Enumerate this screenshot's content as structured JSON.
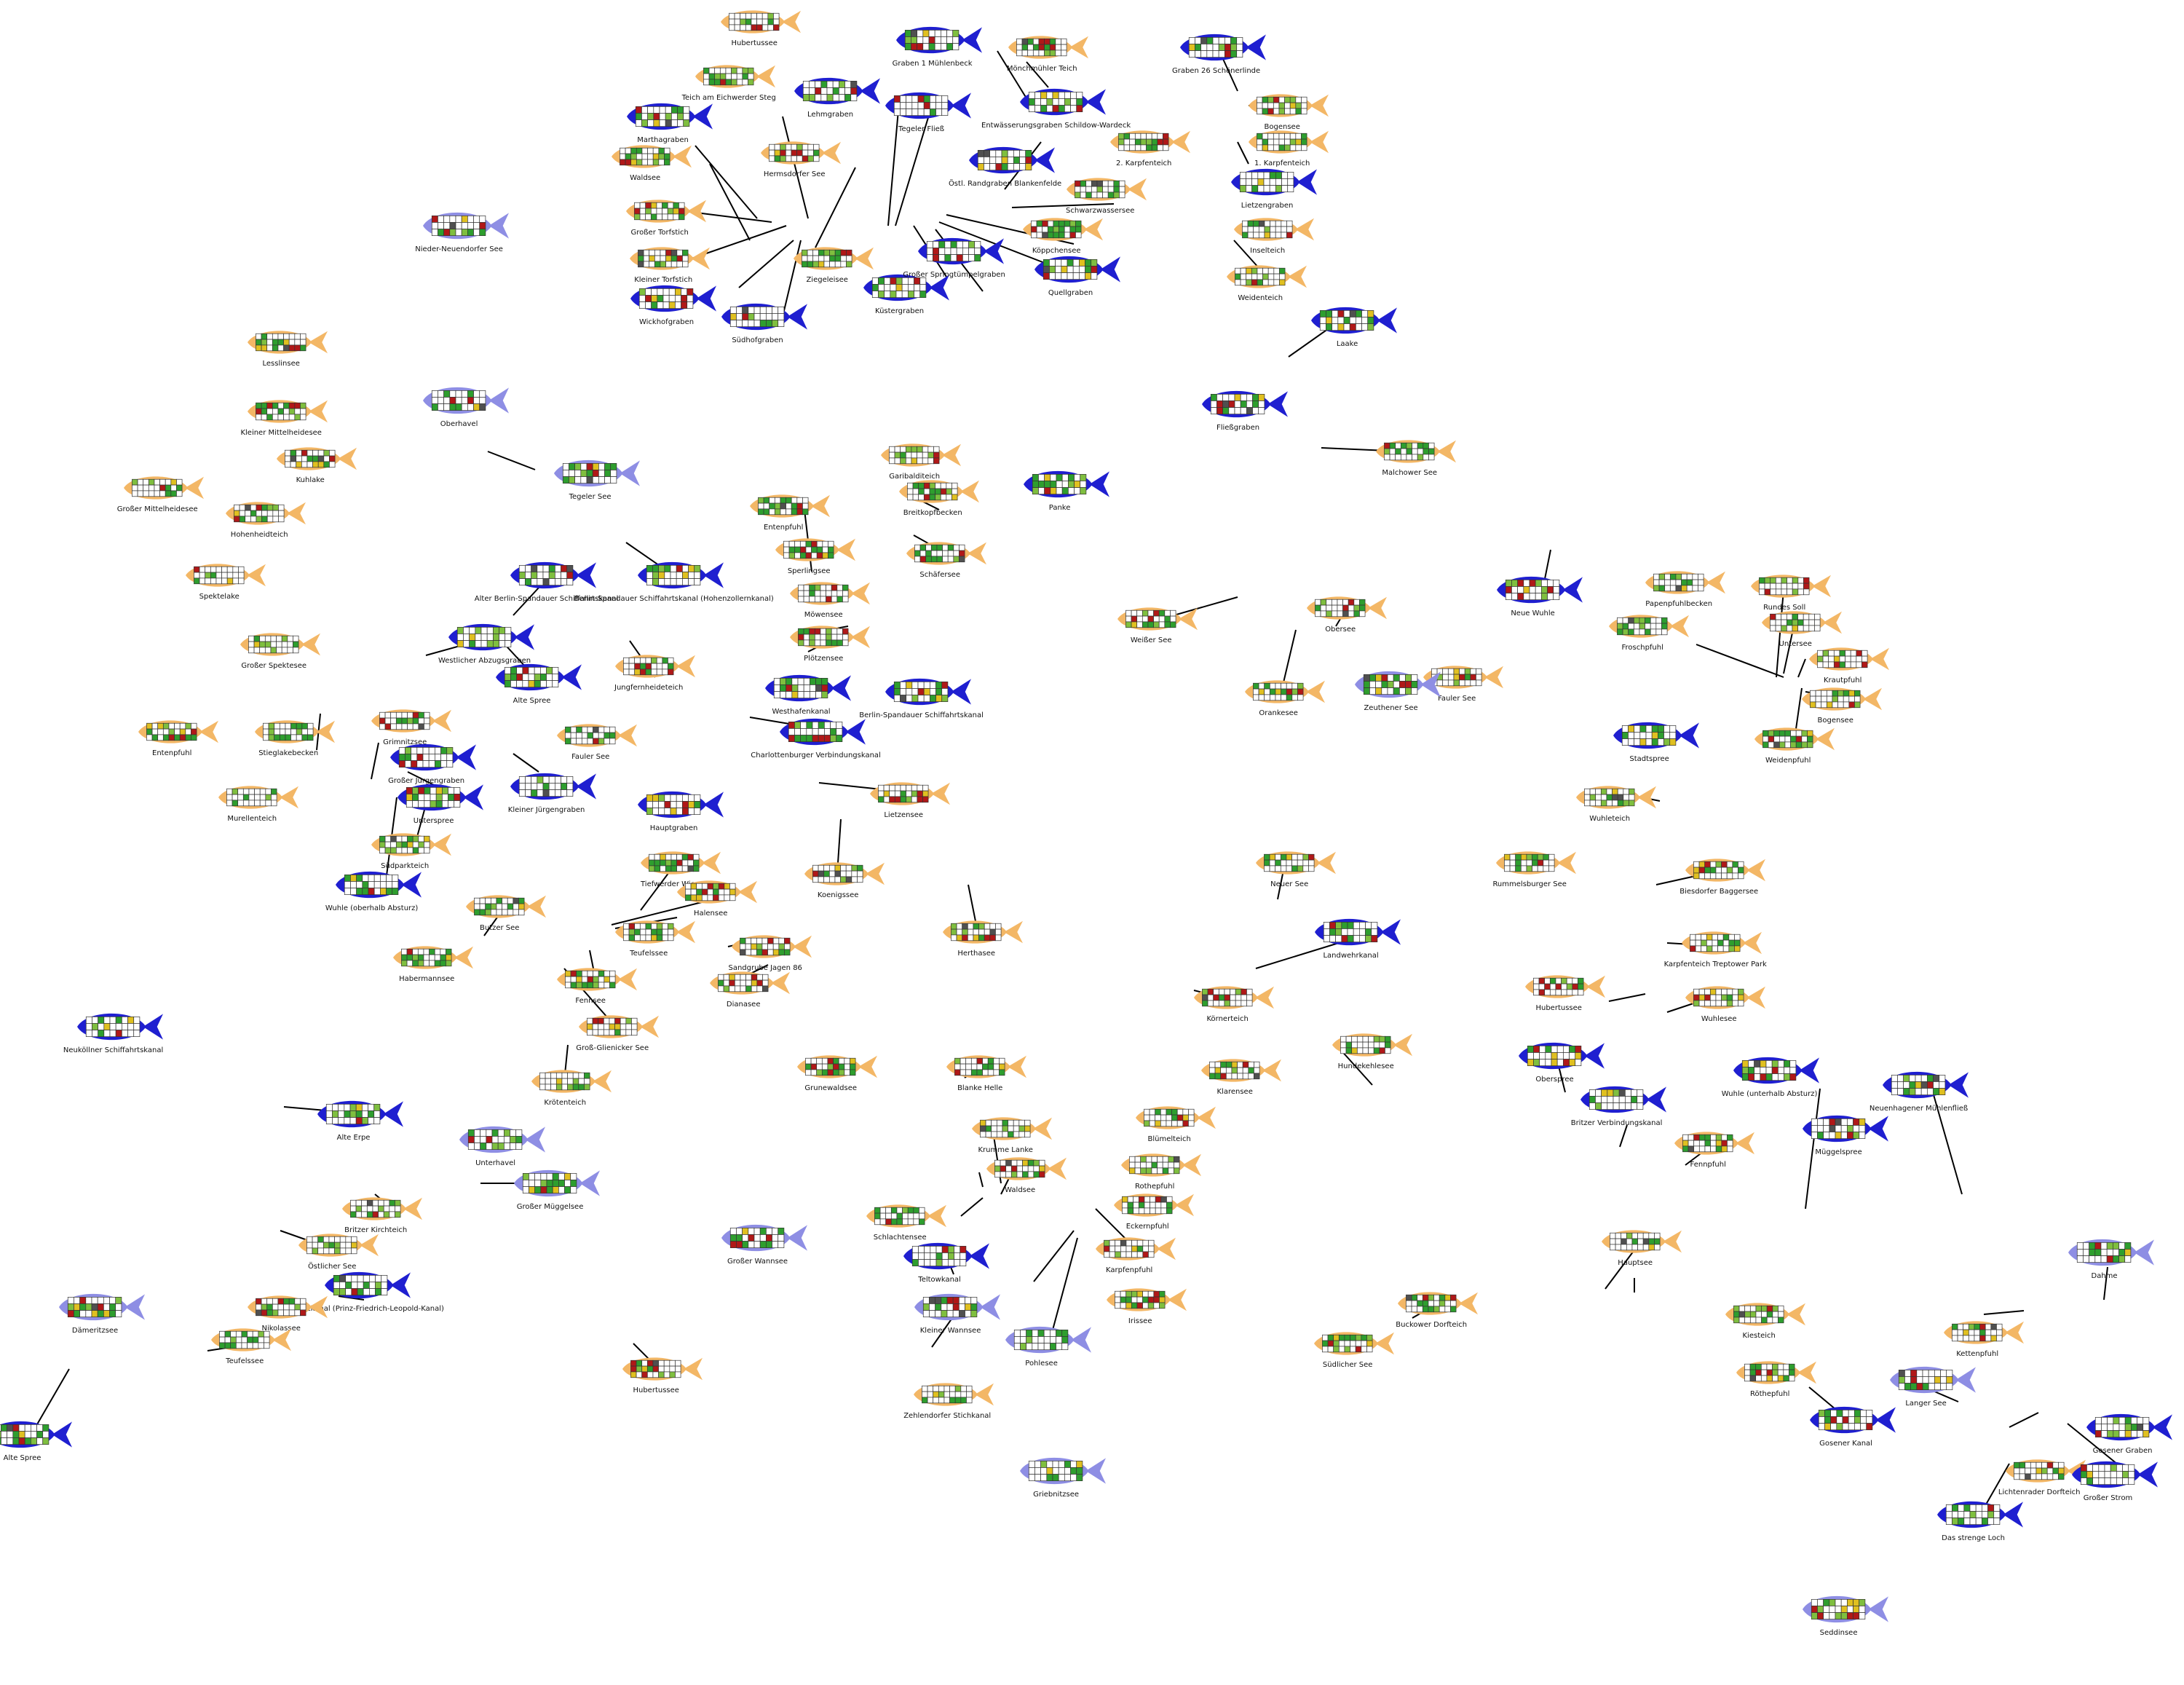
{
  "colors": {
    "lake": "#f3b766",
    "river": "#1f1fd0",
    "river_light": "#8e8ee4",
    "cell_empty": "#ffffff",
    "cell_good": "#2e9e2e",
    "cell_mid": "#7fbf3f",
    "cell_warn": "#e0c020",
    "cell_bad": "#b01818",
    "cell_dark": "#505050"
  },
  "icons": {
    "lake": "fish-lake-icon",
    "river": "fish-river-icon",
    "river_light": "fish-river-light-icon"
  },
  "waters": [
    {
      "name": "Hubertussee",
      "kind": "lake"
    },
    {
      "name": "Teich am Eichwerder Steg",
      "kind": "lake"
    },
    {
      "name": "Marthagraben",
      "kind": "river"
    },
    {
      "name": "Waldsee",
      "kind": "lake"
    },
    {
      "name": "Großer Torfstich",
      "kind": "lake"
    },
    {
      "name": "Kleiner Torfstich",
      "kind": "lake"
    },
    {
      "name": "Wickhofgraben",
      "kind": "river"
    },
    {
      "name": "Südhofgraben",
      "kind": "river"
    },
    {
      "name": "Hermsdorfer See",
      "kind": "lake"
    },
    {
      "name": "Lehmgraben",
      "kind": "river"
    },
    {
      "name": "Graben 1 Mühlenbeck",
      "kind": "river"
    },
    {
      "name": "Tegeler Fließ",
      "kind": "river"
    },
    {
      "name": "Mönchmühler Teich",
      "kind": "lake"
    },
    {
      "name": "Entwässerungsgraben Schildow-Wardeck",
      "kind": "river"
    },
    {
      "name": "Östl. Randgraben Blankenfelde",
      "kind": "river"
    },
    {
      "name": "Ziegeleisee",
      "kind": "lake"
    },
    {
      "name": "Küstergraben",
      "kind": "river"
    },
    {
      "name": "Großer Springtümpelgraben",
      "kind": "river"
    },
    {
      "name": "Köppchensee",
      "kind": "lake"
    },
    {
      "name": "Quellgraben",
      "kind": "river"
    },
    {
      "name": "Schwarzwassersee",
      "kind": "lake"
    },
    {
      "name": "Graben 26 Schönerlinde",
      "kind": "river"
    },
    {
      "name": "Bogensee",
      "kind": "lake"
    },
    {
      "name": "1. Karpfenteich",
      "kind": "lake"
    },
    {
      "name": "2. Karpfenteich",
      "kind": "lake"
    },
    {
      "name": "Lietzengraben",
      "kind": "river"
    },
    {
      "name": "Inselteich",
      "kind": "lake"
    },
    {
      "name": "Weidenteich",
      "kind": "lake"
    },
    {
      "name": "Laake",
      "kind": "river"
    },
    {
      "name": "Nieder-Neuendorfer See",
      "kind": "river_light"
    },
    {
      "name": "Lesslinsee",
      "kind": "lake"
    },
    {
      "name": "Oberhavel",
      "kind": "river_light"
    },
    {
      "name": "Kleiner Mittelheidesee",
      "kind": "lake"
    },
    {
      "name": "Großer Mittelheidesee",
      "kind": "lake"
    },
    {
      "name": "Kuhlake",
      "kind": "lake"
    },
    {
      "name": "Hohenheidteich",
      "kind": "lake"
    },
    {
      "name": "Tegeler See",
      "kind": "river_light"
    },
    {
      "name": "Fließgraben",
      "kind": "river"
    },
    {
      "name": "Malchower See",
      "kind": "lake"
    },
    {
      "name": "Garibalditeich",
      "kind": "lake"
    },
    {
      "name": "Breitkopfbecken",
      "kind": "lake"
    },
    {
      "name": "Panke",
      "kind": "river"
    },
    {
      "name": "Entenpfuhl",
      "kind": "lake"
    },
    {
      "name": "Sperlingsee",
      "kind": "lake"
    },
    {
      "name": "Schäfersee",
      "kind": "lake"
    },
    {
      "name": "Möwensee",
      "kind": "lake"
    },
    {
      "name": "Plötzensee",
      "kind": "lake"
    },
    {
      "name": "Spektelake",
      "kind": "lake"
    },
    {
      "name": "Großer Spektesee",
      "kind": "lake"
    },
    {
      "name": "Alter Berlin-Spandauer Schiffahrtskanal",
      "kind": "river"
    },
    {
      "name": "Berlin-Spandauer Schiffahrtskanal (Hohenzollernkanal)",
      "kind": "river"
    },
    {
      "name": "Westlicher Abzugsgraben",
      "kind": "river"
    },
    {
      "name": "Alte Spree",
      "kind": "river"
    },
    {
      "name": "Jungfernheideteich",
      "kind": "lake"
    },
    {
      "name": "Westhafenkanal",
      "kind": "river"
    },
    {
      "name": "Berlin-Spandauer Schiffahrtskanal",
      "kind": "river"
    },
    {
      "name": "Charlottenburger Verbindungskanal",
      "kind": "river"
    },
    {
      "name": "Weißer See",
      "kind": "lake"
    },
    {
      "name": "Obersee",
      "kind": "lake"
    },
    {
      "name": "Orankesee",
      "kind": "lake"
    },
    {
      "name": "Neue Wuhle",
      "kind": "river"
    },
    {
      "name": "Fauler See",
      "kind": "lake"
    },
    {
      "name": "Papenpfuhlbecken",
      "kind": "lake"
    },
    {
      "name": "Froschpfuhl",
      "kind": "lake"
    },
    {
      "name": "Rundes Soll",
      "kind": "lake"
    },
    {
      "name": "Untersee",
      "kind": "lake"
    },
    {
      "name": "Krautpfuhl",
      "kind": "lake"
    },
    {
      "name": "Bogensee",
      "kind": "lake"
    },
    {
      "name": "Weidenpfuhl",
      "kind": "lake"
    },
    {
      "name": "Entenpfuhl",
      "kind": "lake"
    },
    {
      "name": "Stieglakebecken",
      "kind": "lake"
    },
    {
      "name": "Grimnitzsee",
      "kind": "lake"
    },
    {
      "name": "Großer Jürgengraben",
      "kind": "river"
    },
    {
      "name": "Fauler See",
      "kind": "lake"
    },
    {
      "name": "Unterspree",
      "kind": "river"
    },
    {
      "name": "Kleiner Jürgengraben",
      "kind": "river"
    },
    {
      "name": "Murellenteich",
      "kind": "lake"
    },
    {
      "name": "Südparkteich",
      "kind": "lake"
    },
    {
      "name": "Hauptgraben",
      "kind": "river"
    },
    {
      "name": "Lietzensee",
      "kind": "lake"
    },
    {
      "name": "Stadtspree",
      "kind": "river"
    },
    {
      "name": "Wuhleteich",
      "kind": "lake"
    },
    {
      "name": "Wuhle (oberhalb Absturz)",
      "kind": "river"
    },
    {
      "name": "Tiefwerder Wiesen",
      "kind": "lake"
    },
    {
      "name": "Halensee",
      "kind": "lake"
    },
    {
      "name": "Koenigssee",
      "kind": "lake"
    },
    {
      "name": "Neuer See",
      "kind": "lake"
    },
    {
      "name": "Rummelsburger See",
      "kind": "lake"
    },
    {
      "name": "Biesdorfer Baggersee",
      "kind": "lake"
    },
    {
      "name": "Butzer See",
      "kind": "lake"
    },
    {
      "name": "Teufelssee",
      "kind": "lake"
    },
    {
      "name": "Herthasee",
      "kind": "lake"
    },
    {
      "name": "Landwehrkanal",
      "kind": "river"
    },
    {
      "name": "Karpfenteich Treptower Park",
      "kind": "lake"
    },
    {
      "name": "Habermannsee",
      "kind": "lake"
    },
    {
      "name": "Sandgrube Jagen 86",
      "kind": "lake"
    },
    {
      "name": "Fennsee",
      "kind": "lake"
    },
    {
      "name": "Dianasee",
      "kind": "lake"
    },
    {
      "name": "Hubertussee",
      "kind": "lake"
    },
    {
      "name": "Wuhlesee",
      "kind": "lake"
    },
    {
      "name": "Körnerteich",
      "kind": "lake"
    },
    {
      "name": "Neuköllner Schiffahrtskanal",
      "kind": "river"
    },
    {
      "name": "Groß-Glienicker See",
      "kind": "lake"
    },
    {
      "name": "Hundekehlesee",
      "kind": "lake"
    },
    {
      "name": "Oberspree",
      "kind": "river"
    },
    {
      "name": "Wuhle (unterhalb Absturz)",
      "kind": "river"
    },
    {
      "name": "Neuenhagener Mühlenfließ",
      "kind": "river"
    },
    {
      "name": "Krötenteich",
      "kind": "lake"
    },
    {
      "name": "Grunewaldsee",
      "kind": "lake"
    },
    {
      "name": "Blanke Helle",
      "kind": "lake"
    },
    {
      "name": "Klarensee",
      "kind": "lake"
    },
    {
      "name": "Britzer Verbindungskanal",
      "kind": "river"
    },
    {
      "name": "Alte Erpe",
      "kind": "river"
    },
    {
      "name": "Unterhavel",
      "kind": "river_light"
    },
    {
      "name": "Krumme Lanke",
      "kind": "lake"
    },
    {
      "name": "Blümelteich",
      "kind": "lake"
    },
    {
      "name": "Fennpfuhl",
      "kind": "lake"
    },
    {
      "name": "Müggelspree",
      "kind": "river"
    },
    {
      "name": "Großer Müggelsee",
      "kind": "river_light"
    },
    {
      "name": "Waldsee",
      "kind": "lake"
    },
    {
      "name": "Rothepfuhl",
      "kind": "lake"
    },
    {
      "name": "Britzer Kirchteich",
      "kind": "lake"
    },
    {
      "name": "Schlachtensee",
      "kind": "lake"
    },
    {
      "name": "Eckernpfuhl",
      "kind": "lake"
    },
    {
      "name": "Östlicher See",
      "kind": "lake"
    },
    {
      "name": "Großer Wannsee",
      "kind": "river_light"
    },
    {
      "name": "Teltowkanal",
      "kind": "river"
    },
    {
      "name": "Karpfenpfuhl",
      "kind": "lake"
    },
    {
      "name": "Hauptsee",
      "kind": "lake"
    },
    {
      "name": "Dahme",
      "kind": "river_light"
    },
    {
      "name": "Dämeritzsee",
      "kind": "river_light"
    },
    {
      "name": "Griebnitzkanal (Prinz-Friedrich-Leopold-Kanal)",
      "kind": "river"
    },
    {
      "name": "Nikolassee",
      "kind": "lake"
    },
    {
      "name": "Kleiner Wannsee",
      "kind": "river_light"
    },
    {
      "name": "Irissee",
      "kind": "lake"
    },
    {
      "name": "Buckower Dorfteich",
      "kind": "lake"
    },
    {
      "name": "Kiesteich",
      "kind": "lake"
    },
    {
      "name": "Teufelssee",
      "kind": "lake"
    },
    {
      "name": "Pohlesee",
      "kind": "river_light"
    },
    {
      "name": "Südlicher See",
      "kind": "lake"
    },
    {
      "name": "Kettenpfuhl",
      "kind": "lake"
    },
    {
      "name": "Hubertussee",
      "kind": "lake"
    },
    {
      "name": "Zehlendorfer Stichkanal",
      "kind": "lake"
    },
    {
      "name": "Röthepfuhl",
      "kind": "lake"
    },
    {
      "name": "Langer See",
      "kind": "river_light"
    },
    {
      "name": "Gosener Kanal",
      "kind": "river"
    },
    {
      "name": "Gosener Graben",
      "kind": "river"
    },
    {
      "name": "Alte Spree",
      "kind": "river"
    },
    {
      "name": "Griebnitzsee",
      "kind": "river_light"
    },
    {
      "name": "Lichtenrader Dorfteich",
      "kind": "lake"
    },
    {
      "name": "Großer Strom",
      "kind": "river"
    },
    {
      "name": "Das strenge Loch",
      "kind": "river"
    },
    {
      "name": "Seddinsee",
      "kind": "river_light"
    },
    {
      "name": "Zeuthener See",
      "kind": "river_light"
    }
  ]
}
